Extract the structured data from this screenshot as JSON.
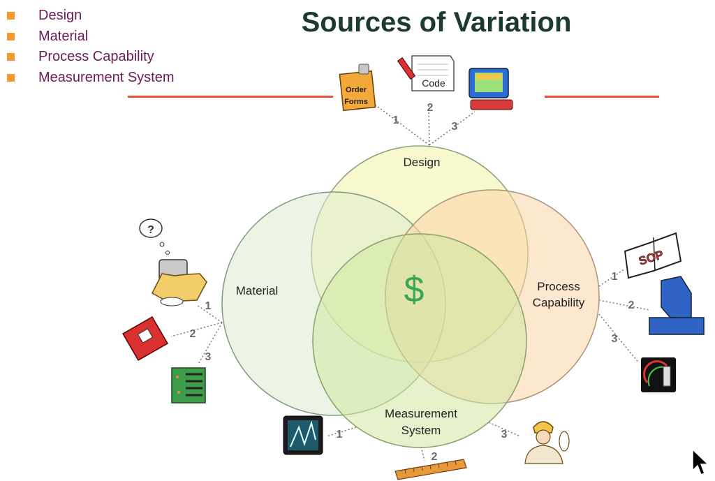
{
  "title": "Sources of Variation",
  "bullets": [
    {
      "label": "Design"
    },
    {
      "label": "Material"
    },
    {
      "label": "Process Capability"
    },
    {
      "label": "Measurement System"
    }
  ],
  "venn": {
    "center_symbol": "$",
    "circles": [
      {
        "id": "design",
        "label": "Design",
        "fill": "#f3f3a8",
        "stroke": "#8aa07a"
      },
      {
        "id": "material",
        "label": "Material",
        "fill": "#dcebd0",
        "stroke": "#7f9a7f"
      },
      {
        "id": "process",
        "label_lines": [
          "Process",
          "Capability"
        ],
        "fill": "#fbd3a6",
        "stroke": "#a8967a"
      },
      {
        "id": "measurement",
        "label_lines": [
          "Measurement",
          "System"
        ],
        "fill": "#cfe7a0",
        "stroke": "#8ba06d"
      }
    ],
    "callout_numbers": [
      "1",
      "2",
      "3"
    ],
    "icons": {
      "order_forms": [
        "Order",
        "Forms"
      ],
      "code": "Code",
      "sop": "SOP",
      "question": "?"
    }
  },
  "colors": {
    "bullet": "#f39a2f",
    "bullet_text": "#6a1b55",
    "title": "#1d3a32",
    "rule": "#e8503a",
    "dollar": "#3aa655",
    "number": "#6b6b6b"
  }
}
